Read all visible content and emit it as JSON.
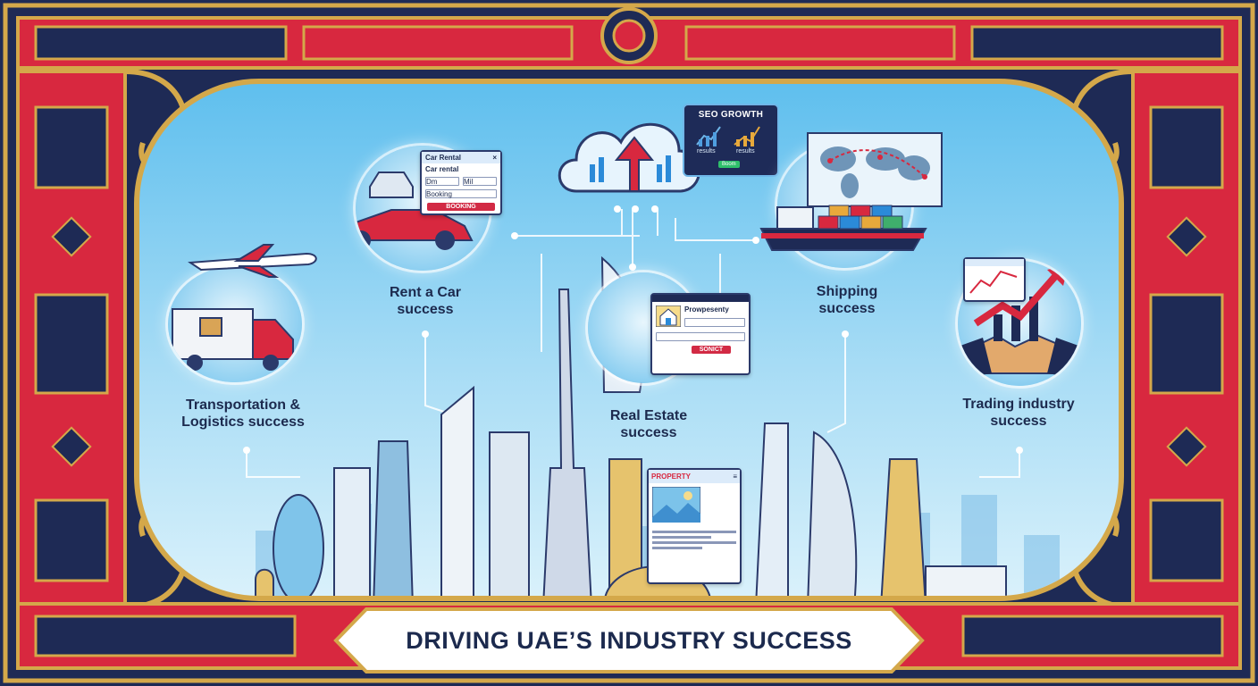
{
  "banner": {
    "title": "DRIVING UAE’S INDUSTRY SUCCESS"
  },
  "sectors": {
    "transport": {
      "line1": "Transportation &",
      "line2": "Logistics success"
    },
    "rent_car": {
      "line1": "Rent a Car",
      "line2": "success"
    },
    "real_estate": {
      "line1": "Real Estate",
      "line2": "success"
    },
    "shipping": {
      "line1": "Shipping",
      "line2": "success"
    },
    "trading": {
      "line1": "Trading industry",
      "line2": "success"
    }
  },
  "seo_panel": {
    "title": "SEO GROWTH",
    "left_caption": "results",
    "right_caption": "results",
    "button": "Boom"
  },
  "car_form": {
    "tab": "Car Rental",
    "title": "Car rental",
    "field_a": "Dm",
    "field_b": "Mil",
    "select": "Booking",
    "close": "×",
    "button": "BOOKING"
  },
  "property_form": {
    "title": "Prowpesenty",
    "button": "SONICT"
  },
  "property_page": {
    "header": "PROPERTY"
  },
  "icons": [
    "cloud-upload-icon",
    "car-icon",
    "truck-icon",
    "airplane-icon",
    "ship-icon",
    "world-map-icon",
    "handshake-icon",
    "growth-chart-icon",
    "house-icon"
  ],
  "colors": {
    "navy": "#1e2a55",
    "red": "#d8283f",
    "gold": "#d4a84a",
    "sky": "#5fbfee"
  }
}
